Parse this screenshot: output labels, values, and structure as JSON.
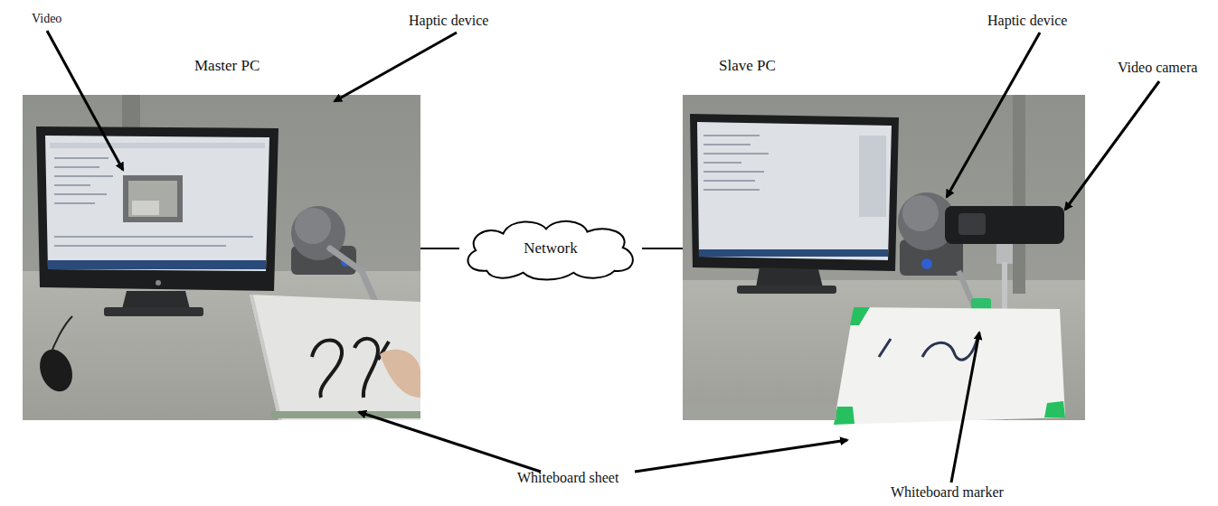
{
  "diagram": {
    "nodes": [
      {
        "text": [
          "Master PC"
        ]
      },
      {
        "text": [
          "Network"
        ]
      },
      {
        "text": [
          "Slave PC"
        ]
      }
    ],
    "edges": [
      {
        "from": 0,
        "to": 1,
        "arrow": "none"
      },
      {
        "from": 1,
        "to": 2,
        "arrow": "none"
      }
    ],
    "labels": [
      "Video",
      "Haptic device",
      "Haptic device",
      "Video camera",
      "Whiteboard sheet",
      "Whiteboard marker"
    ]
  }
}
